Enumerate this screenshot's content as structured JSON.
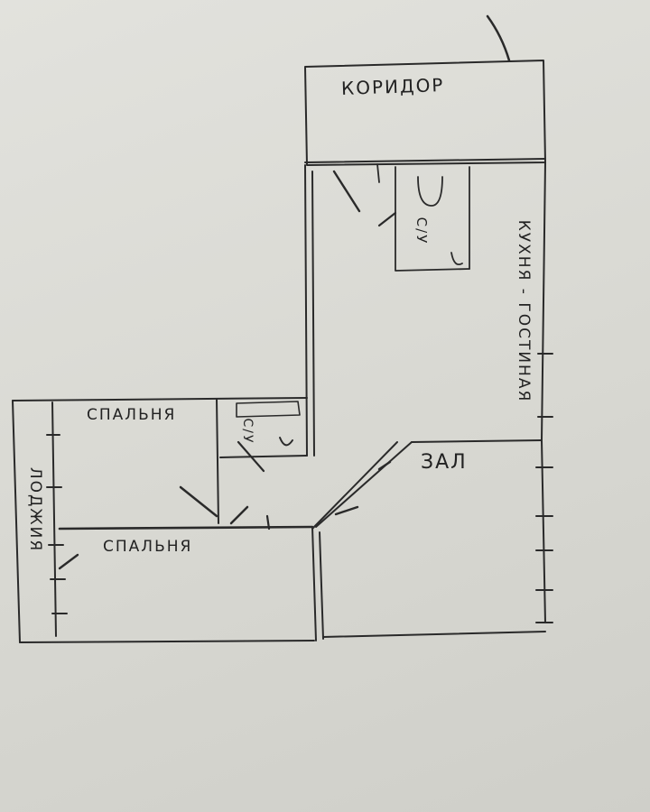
{
  "rooms": {
    "corridor": "КОРИДОР",
    "kitchen_living": "КУХНЯ - ГОСТИНАЯ",
    "bathroom_1": "С/У",
    "bedroom_1": "СПАЛЬНЯ",
    "bathroom_2": "С/У",
    "bedroom_2": "СПАЛЬНЯ",
    "hall": "ЗАЛ",
    "loggia": "ЛОДЖИЯ"
  },
  "colors": {
    "paper": "#d9d9d4",
    "ink": "#222222"
  }
}
